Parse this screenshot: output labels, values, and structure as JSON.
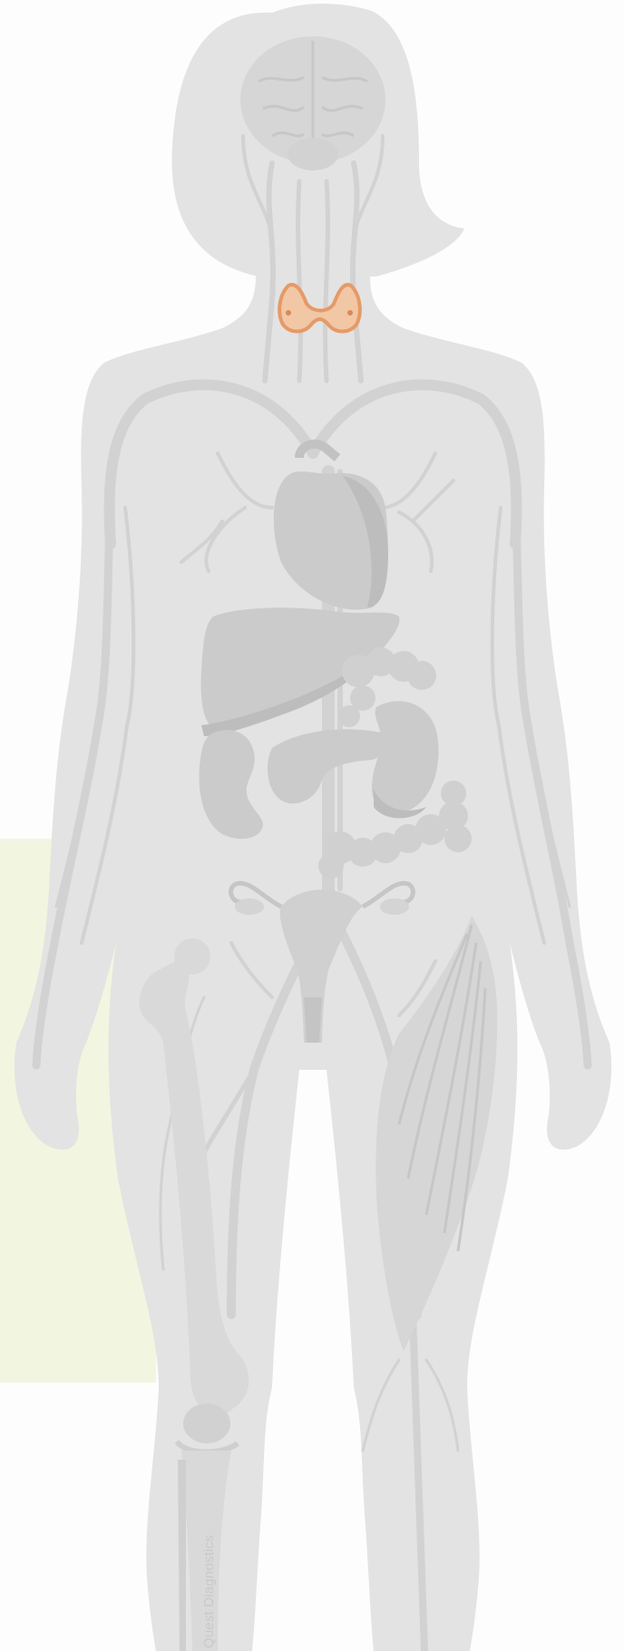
{
  "figure": {
    "highlighted_organ": "thyroid-gland",
    "credit_text": "Quest Diagnostics",
    "colors": {
      "background": "#fdfdfd",
      "accent_panel": "#f2f6e0",
      "body": "#e3e3e3",
      "vessels": "#d2d2d2",
      "organs": "#cbcbcb",
      "organ_shadow": "#bdbdbd",
      "bone": "#d9d9d9",
      "thyroid_fill": "#f2c7a5",
      "thyroid_edge": "#e59a66"
    },
    "structures": [
      "brain",
      "thyroid-gland",
      "heart",
      "liver",
      "stomach",
      "pancreas",
      "kidney",
      "intestines",
      "uterus",
      "femur",
      "knee",
      "tibia",
      "thigh-muscle",
      "blood-vessels"
    ]
  }
}
